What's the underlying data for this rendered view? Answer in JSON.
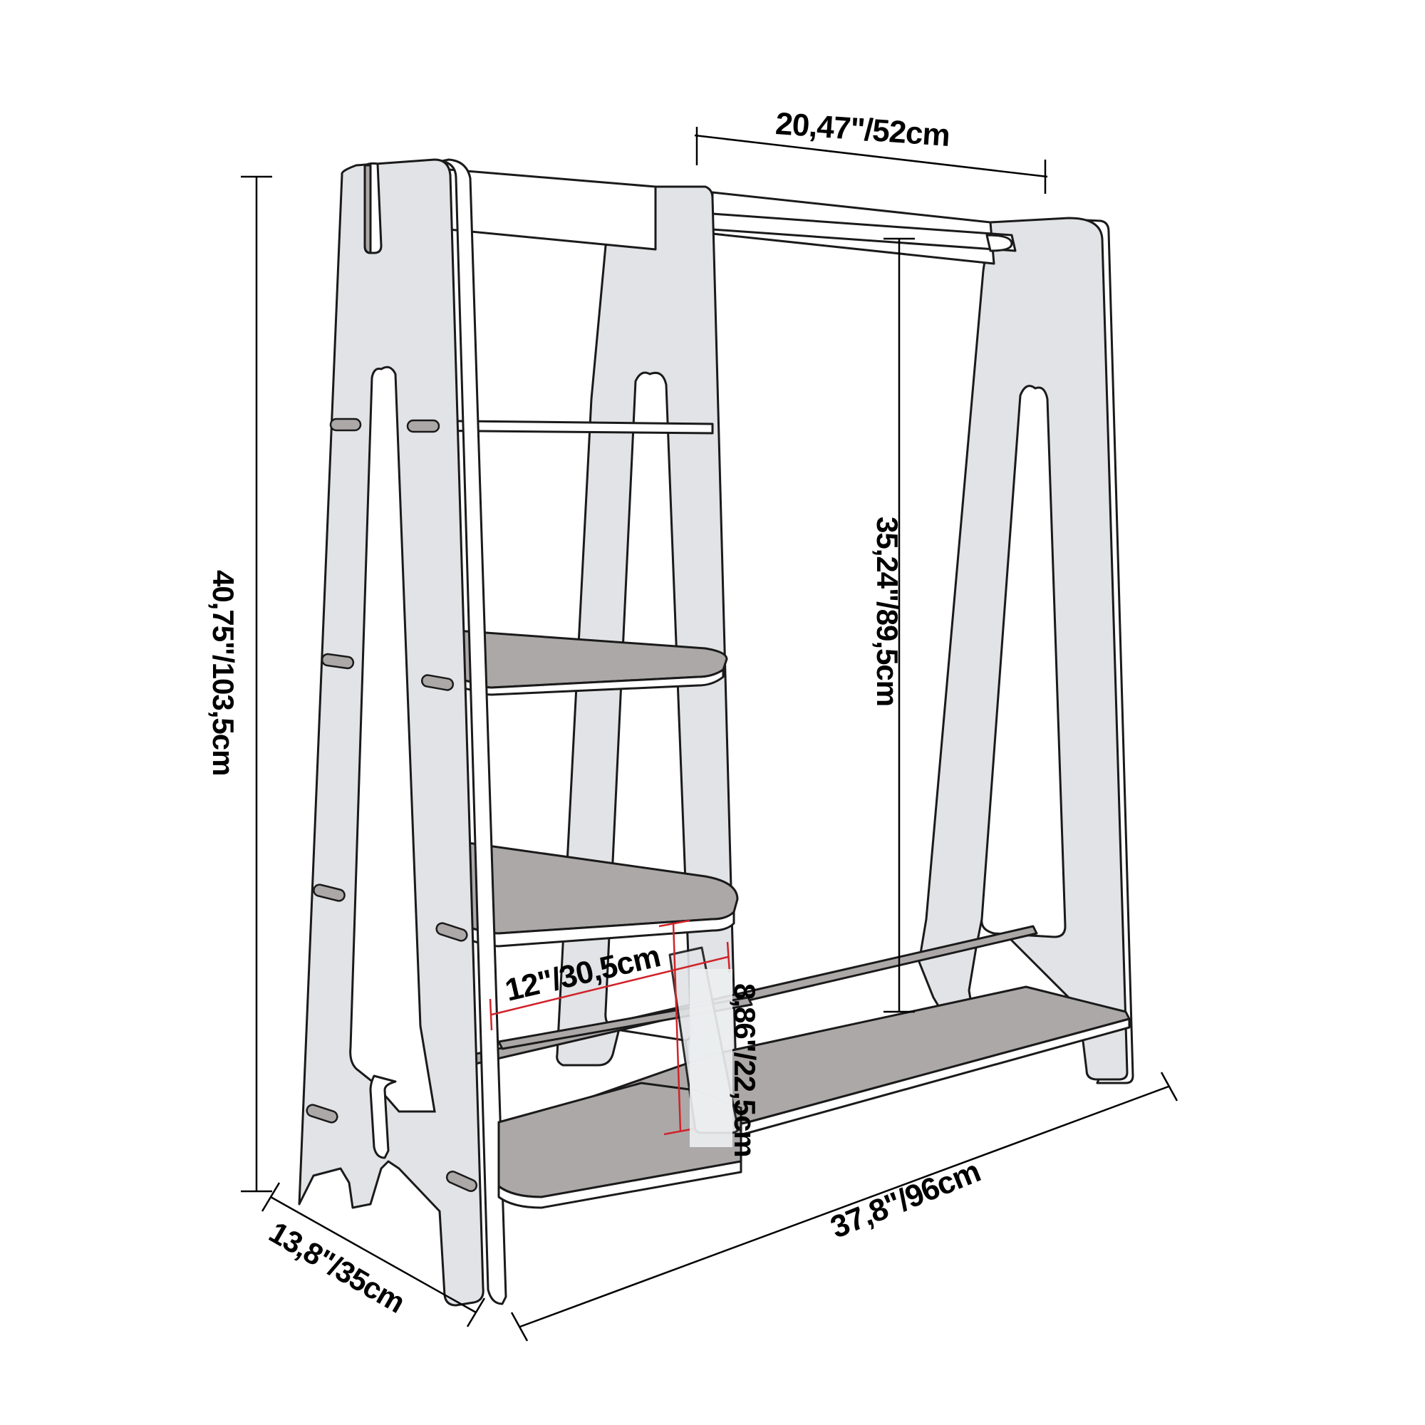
{
  "diagram": {
    "subject": "Children's wooden clothes rack with shelves",
    "colors": {
      "panel_fill": "#e1e3e6",
      "shelf_fill": "#aca8a8",
      "outline": "#1a1a1a",
      "dimension_line": "#000000",
      "inner_dimension_line": "#d0232a",
      "background": "#ffffff"
    },
    "dimensions": {
      "top_rail_width": "20,47\"/52cm",
      "total_height": "40,75\"/103,5cm",
      "hanging_height": "35,24\"/89,5cm",
      "shelf_depth": "12\"/30,5cm",
      "shelf_spacing": "8,86\"/22,5cm",
      "total_width": "37,8\"/96cm",
      "total_depth": "13,8\"/35cm"
    }
  }
}
